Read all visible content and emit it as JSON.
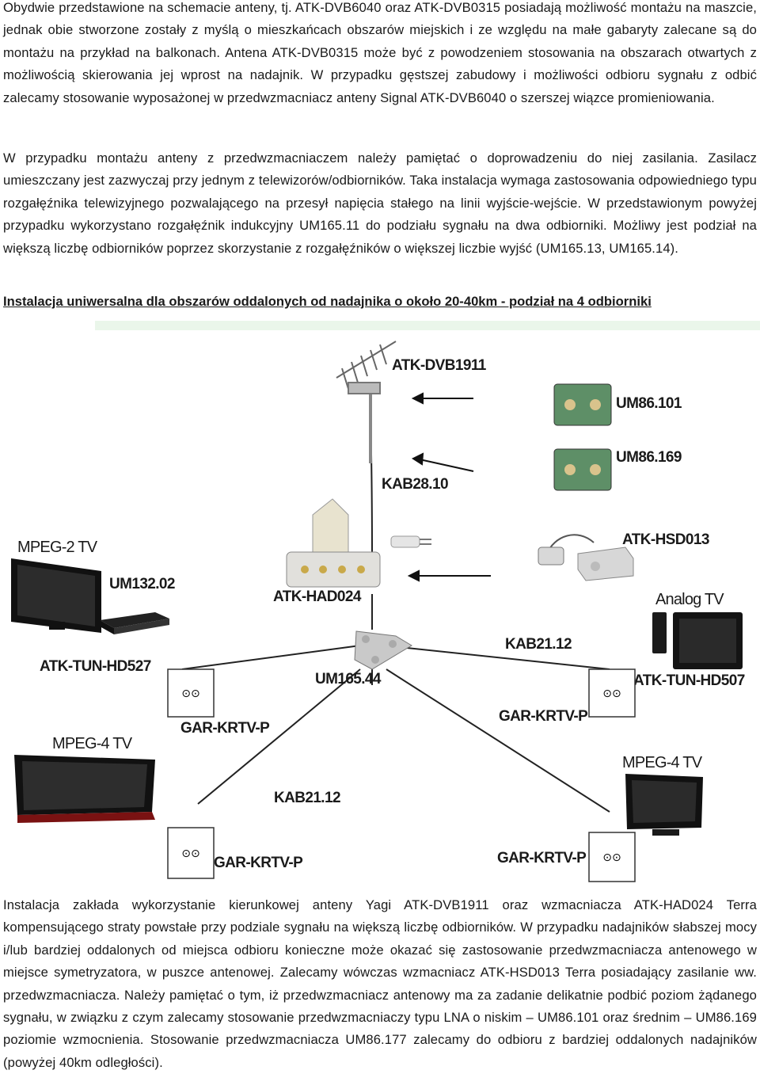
{
  "paragraphs": {
    "p1": "Obydwie przedstawione na schemacie anteny, tj. ATK-DVB6040 oraz ATK-DVB0315 posiadają możliwość montażu na maszcie, jednak obie stworzone zostały z myślą o mieszkańcach obszarów miejskich i ze względu na małe gabaryty zalecane są do montażu na przykład na balkonach. Antena ATK-DVB0315 może być z powodzeniem stosowania na obszarach otwartych z możliwością skierowania jej wprost na nadajnik. W przypadku gęstszej zabudowy i możliwości odbioru sygnału z odbić zalecamy stosowanie wyposażonej w przedwzmacniacz anteny Signal ATK-DVB6040 o szerszej wiązce promieniowania.",
    "p2": "W przypadku montażu anteny z przedwzmacniaczem należy pamiętać o doprowadzeniu do niej zasilania. Zasilacz umieszczany jest zazwyczaj przy jednym z telewizorów/odbiorników. Taka instalacja wymaga zastosowania odpowiedniego typu rozgałęźnika telewizyjnego pozwalającego na przesył napięcia stałego na linii wyjście-wejście. W przedstawionym powyżej przypadku wykorzystano rozgałęźnik indukcyjny UM165.11 do podziału sygnału na dwa odbiorniki. Możliwy jest podział na większą liczbę odbiorników poprzez skorzystanie z rozgałęźników o większej liczbie wyjść (UM165.13, UM165.14).",
    "p3": "Instalacja zakłada wykorzystanie kierunkowej anteny Yagi ATK-DVB1911 oraz wzmacniacza ATK-HAD024 Terra kompensującego straty powstałe przy podziale sygnału na większą liczbę odbiorników. W przypadku nadajników słabszej mocy i/lub bardziej oddalonych od miejsca odbioru konieczne może okazać się zastosowanie przedwzmacniacza antenowego w miejsce symetryzatora, w puszce antenowej. Zalecamy wówczas wzmacniacz ATK-HSD013 Terra posiadający zasilanie ww. przedwzmacniacza. Należy pamiętać o tym, iż przedwzmacniacz antenowy ma za zadanie delikatnie podbić poziom żądanego sygnału, w związku z czym zalecamy stosowanie przedwzmacniaczy typu LNA o niskim – UM86.101 oraz średnim – UM86.169 poziomie wzmocnienia. Stosowanie przedwzmacniacza UM86.177 zalecamy do odbioru z bardziej oddalonych nadajników (powyżej 40km odległości)."
  },
  "heading": "Instalacja uniwersalna dla obszarów oddalonych od nadajnika o około 20-40km - podział na 4 odbiorniki",
  "diagram": {
    "antenna": "ATK-DVB1911",
    "preamp_1": "UM86.101",
    "preamp_2": "UM86.169",
    "cable_top": "KAB28.10",
    "tv_top_left": "MPEG-2 TV",
    "decoder_left": "UM132.02",
    "amplifier": "ATK-HAD024",
    "amp_alt": "ATK-HSD013",
    "tv_analog": "Analog TV",
    "tuner_left": "ATK-TUN-HD527",
    "cable_mid": "KAB21.12",
    "tuner_right": "ATK-TUN-HD507",
    "splitter": "UM165.44",
    "socket_label": "GAR-KRTV-P",
    "tv_bottom_left": "MPEG-4 TV",
    "tv_bottom_right": "MPEG-4 TV",
    "cable_bottom": "KAB21.12",
    "socket_glyph": "⊙⊙"
  }
}
